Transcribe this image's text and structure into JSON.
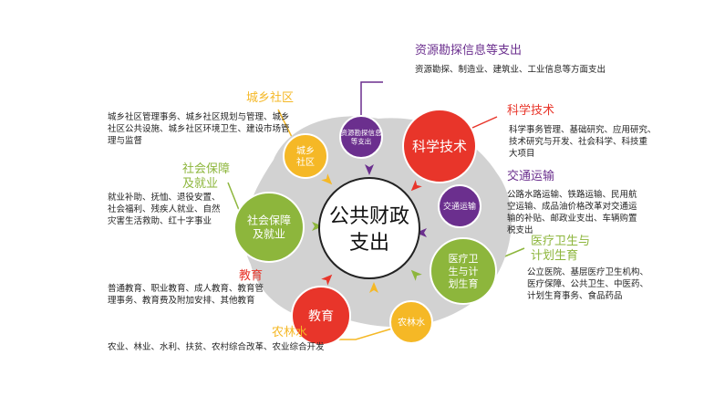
{
  "center": {
    "line1": "公共财政",
    "line2": "支出"
  },
  "colors": {
    "purple": "#6b2f8e",
    "red": "#e8352a",
    "green": "#8db63c",
    "orange": "#f29a1c",
    "yellow": "#f5b826",
    "gray": "#d2d2d2"
  },
  "categories": [
    {
      "id": "resource",
      "bubble": [
        "资源勘探信息",
        "等支出"
      ],
      "title": "资源勘探信息等支出",
      "title_lines": [
        "资源勘探信息等支出"
      ],
      "desc": [
        "资源勘探、制造业、建筑业、工业信息等方面支出"
      ],
      "color": "purple"
    },
    {
      "id": "science",
      "bubble": [
        "科学技术"
      ],
      "title": "科学技术",
      "title_lines": [
        "科学技术"
      ],
      "desc": [
        "科学事务管理、基础研究、应用研究、",
        "技术研究与开发、社会科学、科技重",
        "大项目"
      ],
      "color": "red"
    },
    {
      "id": "transport",
      "bubble": [
        "交通运输"
      ],
      "title": "交通运输",
      "title_lines": [
        "交通运输"
      ],
      "desc": [
        "公路水路运输、铁路运输、民用航",
        "空运输、成品油价格改革对交通运",
        "输的补贴、邮政业支出、车辆购置",
        "税支出"
      ],
      "color": "purple"
    },
    {
      "id": "health",
      "bubble": [
        "医疗卫",
        "生与计",
        "划生育"
      ],
      "title": "医疗卫生与计划生育",
      "title_lines": [
        "医疗卫生与",
        "计划生育"
      ],
      "desc": [
        "公立医院、基层医疗卫生机构、",
        "医疗保障、公共卫生、中医药、",
        "计划生育事务、食品药品"
      ],
      "color": "green"
    },
    {
      "id": "agri",
      "bubble": [
        "农林水"
      ],
      "title": "农林水",
      "title_lines": [
        "农林水"
      ],
      "desc": [
        "农业、林业、水利、扶贫、农村综合改革、农业综合开发"
      ],
      "color": "yellow"
    },
    {
      "id": "edu",
      "bubble": [
        "教育"
      ],
      "title": "教育",
      "title_lines": [
        "教育"
      ],
      "desc": [
        "普通教育、职业教育、成人教育、教育管",
        "理事务、教育费及附加安排、其他教育"
      ],
      "color": "red"
    },
    {
      "id": "social",
      "bubble": [
        "社会保障",
        "及就业"
      ],
      "title": "社会保障及就业",
      "title_lines": [
        "社会保障",
        "及就业"
      ],
      "desc": [
        "就业补助、抚恤、退役安置、",
        "社会福利、残疾人就业、自然",
        "灾害生活救助、红十字事业"
      ],
      "color": "green"
    },
    {
      "id": "urban",
      "bubble": [
        "城乡",
        "社区"
      ],
      "title": "城乡社区",
      "title_lines": [
        "城乡社区"
      ],
      "desc": [
        "城乡社区管理事务、城乡社区规划与管理、城乡",
        "社区公共设施、城乡社区环境卫生、建设市场管",
        "理与监督"
      ],
      "color": "yellow"
    }
  ]
}
